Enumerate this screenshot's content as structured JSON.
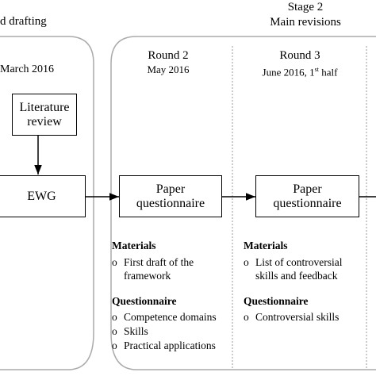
{
  "stage1": {
    "title_partial": "d drafting",
    "date_partial": "March 2016"
  },
  "stage2": {
    "label": "Stage 2",
    "title": "Main revisions"
  },
  "boxes": {
    "literature_review": [
      "Literature",
      "review"
    ],
    "ewg": "EWG",
    "paper_q": [
      "Paper",
      "questionnaire"
    ]
  },
  "rounds": [
    {
      "name": "Round 2",
      "date": "May 2016",
      "materials_heading": "Materials",
      "materials": [
        [
          "First draft of the",
          "framework"
        ]
      ],
      "questionnaire_heading": "Questionnaire",
      "questionnaire": [
        "Competence domains",
        "Skills",
        "Practical applications"
      ]
    },
    {
      "name": "Round 3",
      "date_main": "June 2016, 1",
      "date_sup": "st",
      "date_tail": " half",
      "materials_heading": "Materials",
      "materials": [
        [
          "List of controversial",
          "skills  and feedback"
        ]
      ],
      "questionnaire_heading": "Questionnaire",
      "questionnaire": [
        "Controversial  skills"
      ]
    }
  ],
  "bullet": "o"
}
